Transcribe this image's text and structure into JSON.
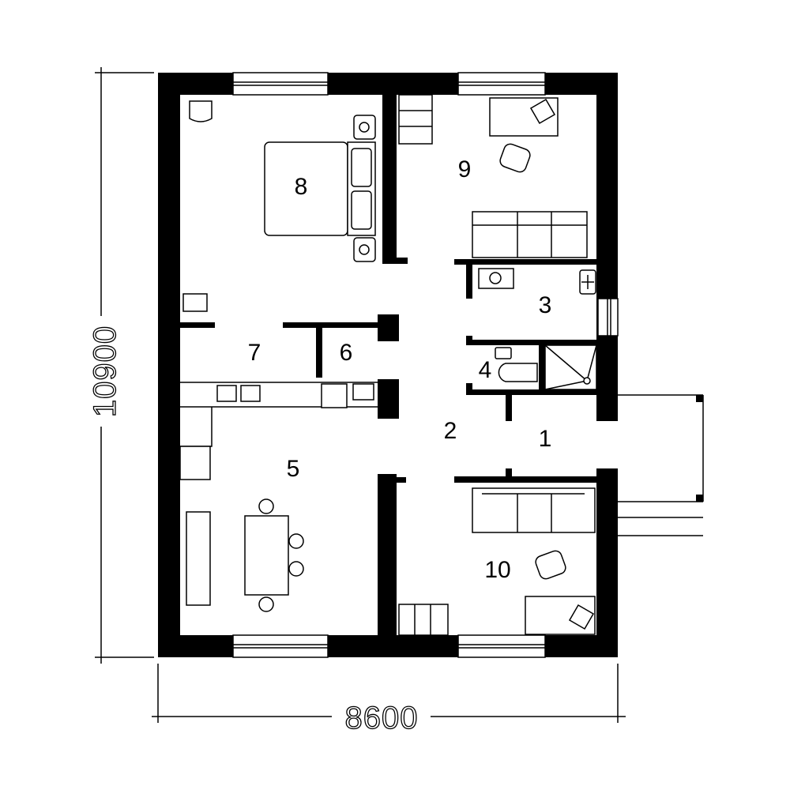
{
  "title": "Floor plan",
  "dimensions": {
    "width": "8600",
    "height": "10900"
  },
  "rooms": [
    {
      "id": "1"
    },
    {
      "id": "2"
    },
    {
      "id": "3"
    },
    {
      "id": "4"
    },
    {
      "id": "5"
    },
    {
      "id": "6"
    },
    {
      "id": "7"
    },
    {
      "id": "8"
    },
    {
      "id": "9"
    },
    {
      "id": "10"
    }
  ],
  "colors": {
    "wall": "#000000",
    "background": "#ffffff"
  }
}
